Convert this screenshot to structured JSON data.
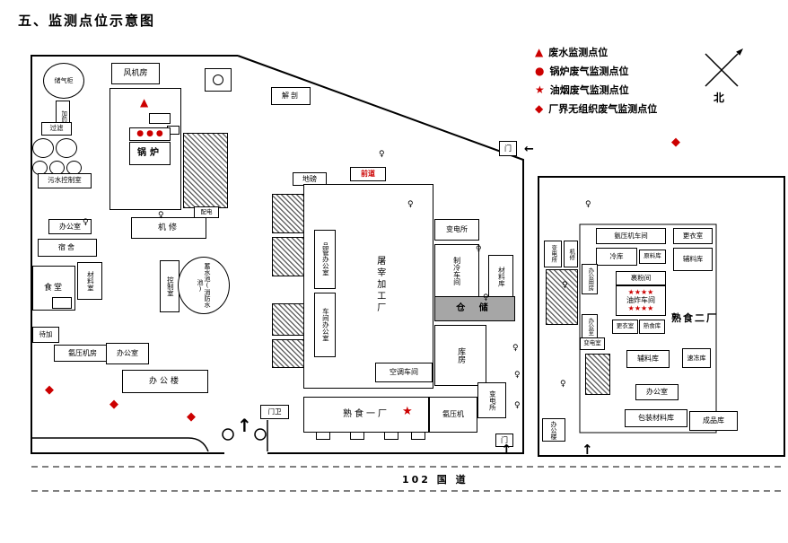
{
  "title": "五、监测点位示意图",
  "legend": {
    "items": [
      {
        "symbol": "▲",
        "label": "废水监测点位"
      },
      {
        "symbol": "●",
        "label": "锅炉废气监测点位"
      },
      {
        "symbol": "★",
        "label": "油烟废气监测点位"
      },
      {
        "symbol": "◆",
        "label": "厂界无组织废气监测点位"
      }
    ]
  },
  "compass": {
    "label": "北"
  },
  "road": {
    "label": "102    国    道"
  },
  "symbols": {
    "triangle": "▲",
    "dot": "●",
    "star": "★",
    "diamond": "◆",
    "stars_row": "★★★★",
    "pole": "♀",
    "arrow_left": "←",
    "arrow_up": "↑"
  },
  "plant1": {
    "gas_tank": "储气柜",
    "dosing": "加药",
    "filter": "过滤",
    "fan_room": "风机房",
    "sewage_control": "污水控制室",
    "boiler": "锅炉",
    "office_a": "办公室",
    "dorm": "宿舍",
    "canteen": "食堂",
    "material_room": "材料室",
    "machine_repair": "机修",
    "power_dist": "配电",
    "control_room": "控制室",
    "reservoir": "蓄水池(消防水池)",
    "pending": "待加",
    "ammonia_room": "氨压机房",
    "office_b": "办公室",
    "office_building": "办公楼",
    "dissection": "解剖",
    "weighbridge": "地磅",
    "front_section": "前道",
    "slaughter_plant": "屠宰加工厂",
    "qc_office": "品管办公室",
    "workshop_office": "车间办公室",
    "substation_a": "变电所",
    "cold_workshop": "制冷车间",
    "material_store": "材料库",
    "storage": "仓 储",
    "warehouse": "库房",
    "ac_workshop": "空调车间",
    "cooked1": "熟食一厂",
    "ammonia_comp": "氨压机",
    "substation_b": "变电所",
    "gatehouse": "门卫",
    "gate_a": "门",
    "gate_b": "门"
  },
  "plant2": {
    "name": "熟食二厂",
    "substation": "变电所",
    "repair": "机修",
    "ammonia_workshop": "氨压机车间",
    "changing_a": "更衣室",
    "cold_store": "冷库",
    "raw_store": "原料库",
    "aux_store_a": "辅料库",
    "office_rooms": "办公用房",
    "coating": "裹粉间",
    "frying": "油炸车间",
    "office_a": "办公室",
    "changing_b": "更衣室",
    "cooked_store": "熟食库",
    "substation_room": "变电室",
    "aux_store_b": "辅料库",
    "freezer": "速冻库",
    "office_b": "办公室",
    "packaging_store": "包装材料库",
    "finished_store": "成品库",
    "office_building": "办公楼"
  }
}
